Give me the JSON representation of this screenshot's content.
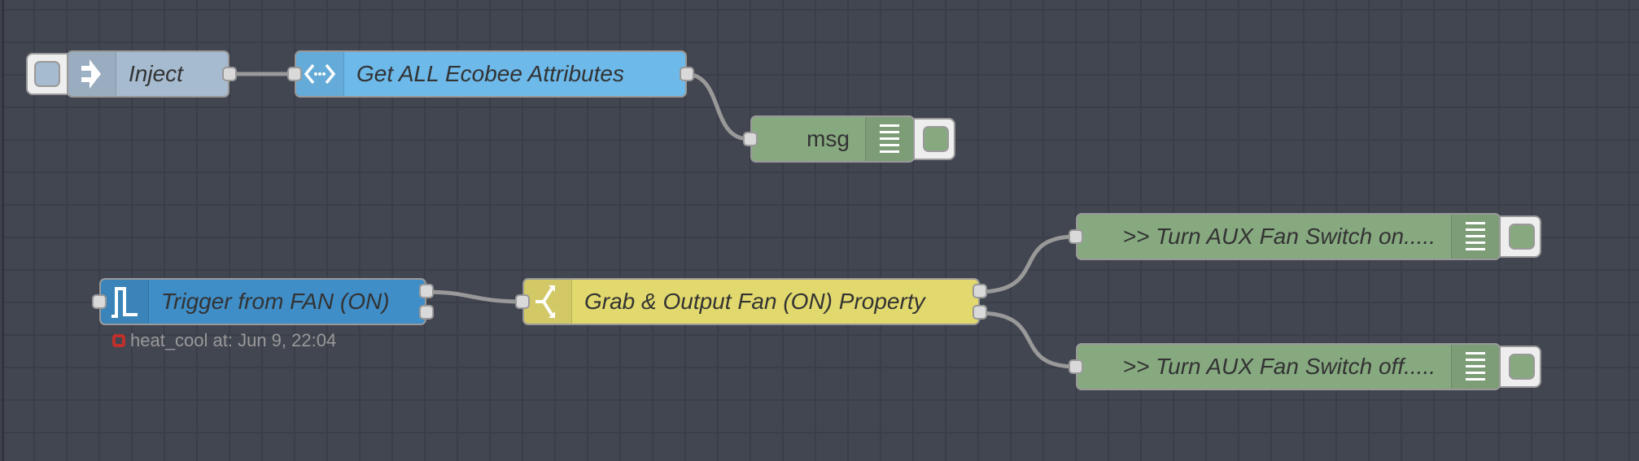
{
  "canvas": {
    "background": "#424651",
    "grid_color": "#3a3e48",
    "wire_color": "#999999"
  },
  "nodes": {
    "inject": {
      "label": "Inject",
      "type": "inject",
      "icon": "inject-arrow-icon",
      "color": "#a6bbcf"
    },
    "ecobee": {
      "label": "Get ALL Ecobee Attributes",
      "type": "api-call",
      "icon": "api-call-icon",
      "color": "#6cb9ea"
    },
    "msg_debug": {
      "label": "msg",
      "type": "debug",
      "icon": "debug-list-icon",
      "color": "#87a980"
    },
    "trigger": {
      "label": "Trigger from FAN (ON)",
      "type": "trigger-state",
      "icon": "trigger-pulse-icon",
      "color": "#3f8ec8",
      "status": {
        "text": "heat_cool at: Jun 9, 22:04",
        "color": "#c0302b",
        "shape": "ring"
      }
    },
    "switch": {
      "label": "Grab & Output Fan (ON) Property",
      "type": "switch",
      "icon": "switch-branch-icon",
      "color": "#e2d96e"
    },
    "fan_on": {
      "label": ">> Turn AUX Fan Switch on.....",
      "type": "debug",
      "icon": "debug-list-icon",
      "color": "#87a980"
    },
    "fan_off": {
      "label": ">> Turn AUX Fan Switch off.....",
      "type": "debug",
      "icon": "debug-list-icon",
      "color": "#87a980"
    }
  },
  "wires": [
    {
      "from": "inject",
      "to": "ecobee"
    },
    {
      "from": "ecobee",
      "to": "msg_debug"
    },
    {
      "from": "trigger",
      "to": "switch"
    },
    {
      "from": "switch",
      "to": "fan_on"
    },
    {
      "from": "switch",
      "to": "fan_off"
    }
  ]
}
